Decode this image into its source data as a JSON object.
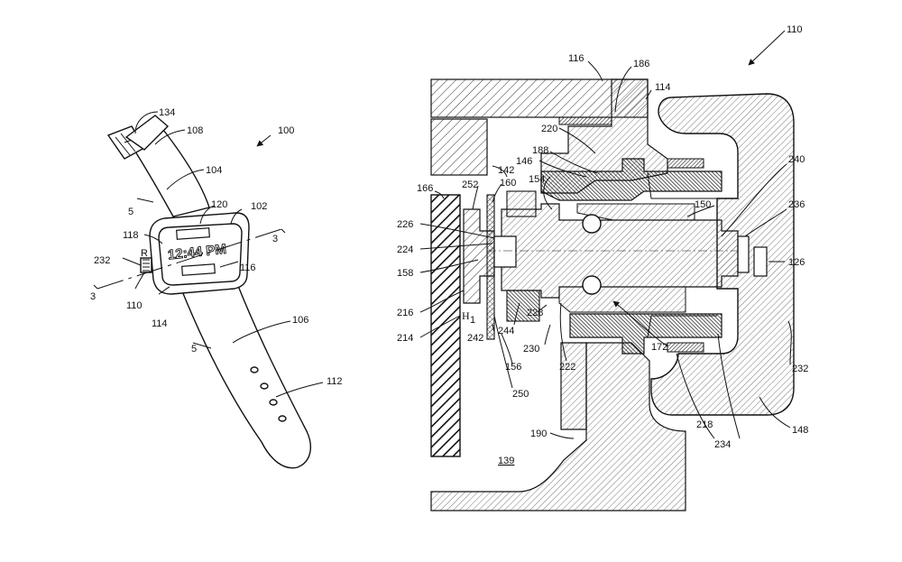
{
  "watch_display_time": "12:44 PM",
  "figure_labels": {
    "l100": "100",
    "l102": "102",
    "l104": "104",
    "l106": "106",
    "l108": "108",
    "l110a": "110",
    "l112": "112",
    "l114a": "114",
    "l116a": "116",
    "l118": "118",
    "l120": "120",
    "l134": "134",
    "l232a": "232",
    "lR": "R",
    "l3a": "3",
    "l3b": "3",
    "l5a": "5",
    "l5b": "5",
    "l110b": "110",
    "l116b": "116",
    "l186": "186",
    "l114b": "114",
    "l220": "220",
    "l188": "188",
    "l146": "146",
    "l142": "142",
    "l154": "154",
    "l160": "160",
    "l252": "252",
    "l166": "166",
    "l226": "226",
    "l224": "224",
    "l158": "158",
    "l216": "216",
    "l214": "214",
    "lH1": "H",
    "l1sub": "1",
    "l242": "242",
    "l156": "156",
    "l244": "244",
    "l228": "228",
    "l230": "230",
    "l222": "222",
    "l250": "250",
    "l172": "172",
    "l150": "150",
    "l240": "240",
    "l236": "236",
    "l126": "126",
    "l232b": "232",
    "l148": "148",
    "l218": "218",
    "l234": "234",
    "l190": "190",
    "l139": "139"
  }
}
